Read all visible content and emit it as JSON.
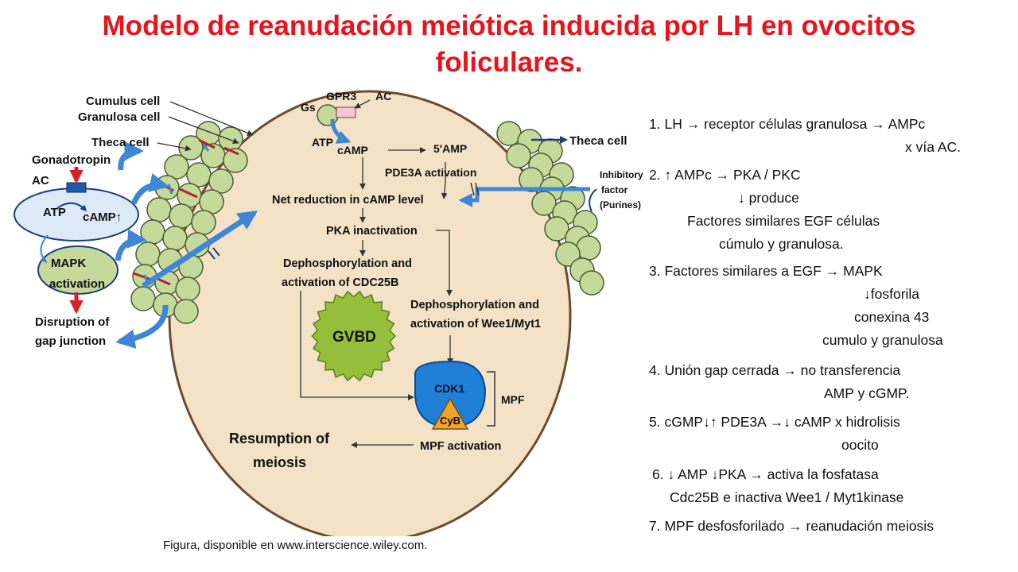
{
  "title_line1": "Modelo de reanudación meiótica inducida por LH en ovocitos",
  "title_line2": "foliculares.",
  "diagram": {
    "cumulus_cell": "Cumulus cell",
    "granulosa_cell": "Granulosa cell",
    "theca_cell_left": "Theca cell",
    "theca_cell_right": "Theca cell",
    "gonadotropin": "Gonadotropin",
    "ac_left": "AC",
    "atp_left": "ATP",
    "camp_left": "cAMP↑",
    "mapk": "MAPK",
    "mapk_activation": "activation",
    "disruption_1": "Disruption of",
    "disruption_2": "gap junction",
    "gpr3": "GPR3",
    "ac_top": "AC",
    "gs": "Gs",
    "atp_top": "ATP",
    "camp_top": "cAMP",
    "five_amp": "5'AMP",
    "pde3a": "PDE3A activation",
    "inhibitory_1": "Inhibitory",
    "inhibitory_2": "factor",
    "inhibitory_3": "(Purines)",
    "net_reduction": "Net reduction in cAMP level",
    "pka_inactivation": "PKA inactivation",
    "dephos_cdc_1": "Dephosphorylation and",
    "dephos_cdc_2": "activation of CDC25B",
    "dephos_wee_1": "Dephosphorylation and",
    "dephos_wee_2": "activation of Wee1/Myt1",
    "gvbd": "GVBD",
    "cdk1": "CDK1",
    "cyb": "CyB",
    "mpf": "MPF",
    "mpf_activation": "MPF activation",
    "resumption_1": "Resumption of",
    "resumption_2": "meiosis"
  },
  "steps": [
    {
      "line1": "1. LH →  receptor células granulosa → AMPc",
      "line2": "x vía AC."
    },
    {
      "line1": "2. ↑ AMPc → PKA / PKC",
      "line2": "↓ produce",
      "line3": "Factores similares EGF células",
      "line4": "cúmulo y  granulosa."
    },
    {
      "line1": "3. Factores similares a EGF → MAPK",
      "line2": "↓fosforila",
      "line3": "conexina 43",
      "line4": "cumulo y granulosa"
    },
    {
      "line1": "4. Unión gap cerrada → no transferencia",
      "line2": "AMP y cGMP."
    },
    {
      "line1": "5. cGMP↓↑ PDE3A →↓ cAMP x hidrolisis",
      "line2": "oocito"
    },
    {
      "line1": "6. ↓ AMP ↓PKA → activa la fosfatasa",
      "line2": "Cdc25B e inactiva Wee1 / Myt1kinase"
    },
    {
      "line1": "7. MPF desfosforilado → reanudación meiosis"
    }
  ],
  "caption": "Figura, disponible en www.interscience.wiley.com.",
  "colors": {
    "title": "#e8131b",
    "oocyte_fill": "#f3e2c6",
    "oocyte_stroke": "#6e4a2e",
    "cell_fill": "#c5d99b",
    "cell_stroke": "#4a5a33",
    "blue_arrow": "#3f86d6",
    "cdk1": "#1f7fd6",
    "cyb": "#f0a52a",
    "gvbd": "#95bf3b",
    "red": "#d92027"
  }
}
